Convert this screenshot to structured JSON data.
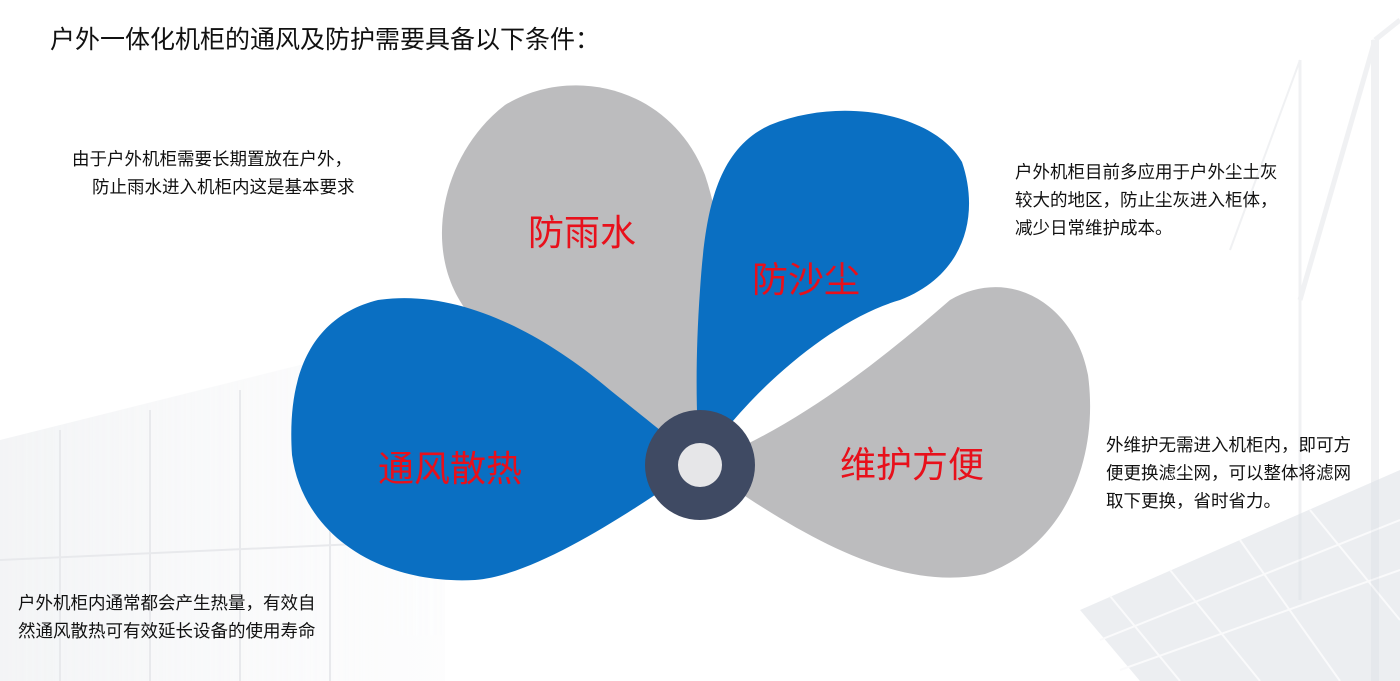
{
  "title": "户外一体化机柜的通风及防护需要具备以下条件：",
  "petals": [
    {
      "label": "防雨水",
      "color": "#bcbcbe"
    },
    {
      "label": "防沙尘",
      "color": "#0a6fc2"
    },
    {
      "label": "维护方便",
      "color": "#bcbcbe"
    },
    {
      "label": "通风散热",
      "color": "#0a6fc2"
    }
  ],
  "descriptions": {
    "rain": [
      "由于户外机柜需要长期置放在户外，",
      "防止雨水进入机柜内这是基本要求"
    ],
    "dust": [
      "户外机柜目前多应用于户外尘土灰",
      "较大的地区，防止尘灰进入柜体，",
      "减少日常维护成本。"
    ],
    "maintenance": [
      "外维护无需进入机柜内，即可方",
      "便更换滤尘网，可以整体将滤网",
      "取下更换，省时省力。"
    ],
    "ventilation": [
      "户外机柜内通常都会产生热量，有效自",
      "然通风散热可有效延长设备的使用寿命"
    ]
  },
  "colors": {
    "label_text": "#e8101b",
    "hub_ring": "#3f4a63",
    "hub_center": "#e6e6e8"
  },
  "background_icons": [
    "wind-turbine-icon",
    "solar-panel-icon",
    "cabinet-icon"
  ]
}
